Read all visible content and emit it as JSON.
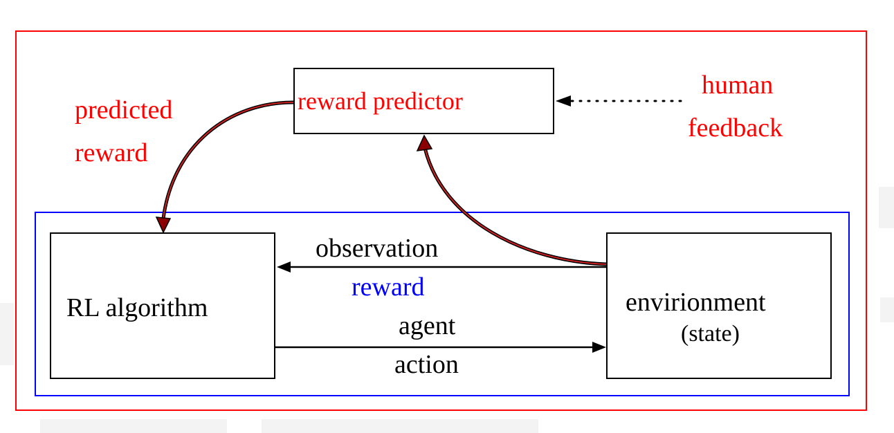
{
  "colors": {
    "outer_frame": "#ff0000",
    "inner_frame": "#0000ff",
    "red_text": "#ff0000",
    "blue_text": "#0000ff",
    "black_text": "#000000",
    "box_border": "#000000"
  },
  "diagram": {
    "reward_predictor": "reward  predictor",
    "human_feedback_line1": "human",
    "human_feedback_line2": "feedback",
    "predicted_reward_line1": "predicted",
    "predicted_reward_line2": "reward",
    "rl_algorithm": "RL  algorithm",
    "environment_line1": "envirionment",
    "environment_line2": "(state)",
    "observation": "observation",
    "reward": "reward",
    "agent": "agent",
    "action": "action"
  }
}
